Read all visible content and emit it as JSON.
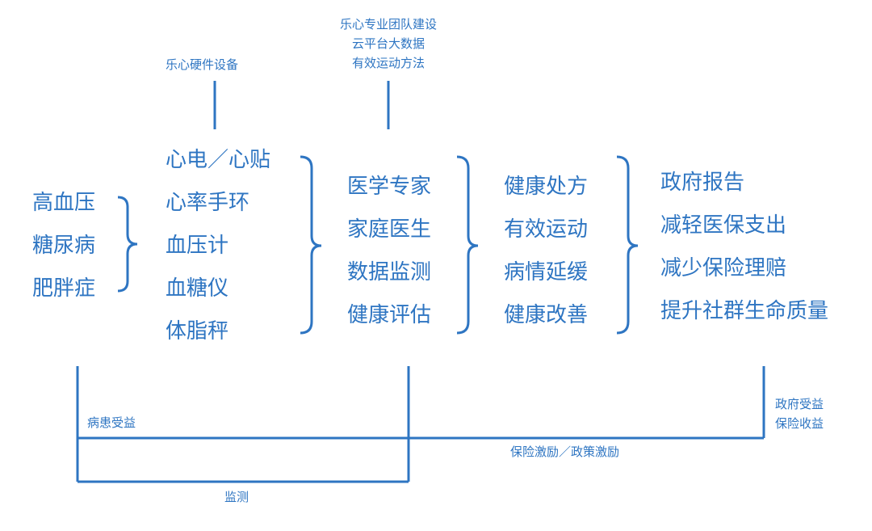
{
  "top_labels": {
    "hardware": "乐心硬件设备",
    "team": [
      "乐心专业团队建设",
      "云平台大数据",
      "有效运动方法"
    ]
  },
  "columns": {
    "conditions": [
      "高血压",
      "糖尿病",
      "肥胖症"
    ],
    "devices": [
      "心电／心贴",
      "心率手环",
      "血压计",
      "血糖仪",
      "体脂秤"
    ],
    "services": [
      "医学专家",
      "家庭医生",
      "数据监测",
      "健康评估"
    ],
    "outcomes": [
      "健康处方",
      "有效运动",
      "病情延缓",
      "健康改善"
    ],
    "benefits": [
      "政府报告",
      "减轻医保支出",
      "减少保险理赔",
      "提升社群生命质量"
    ]
  },
  "bottom_labels": {
    "patient_benefit": "病患受益",
    "monitoring": "监测",
    "incentive": "保险激励／政策激励",
    "gov_benefit": [
      "政府受益",
      "保险收益"
    ]
  },
  "colors": {
    "text": "#2e75c2",
    "line": "#2e75c2"
  }
}
